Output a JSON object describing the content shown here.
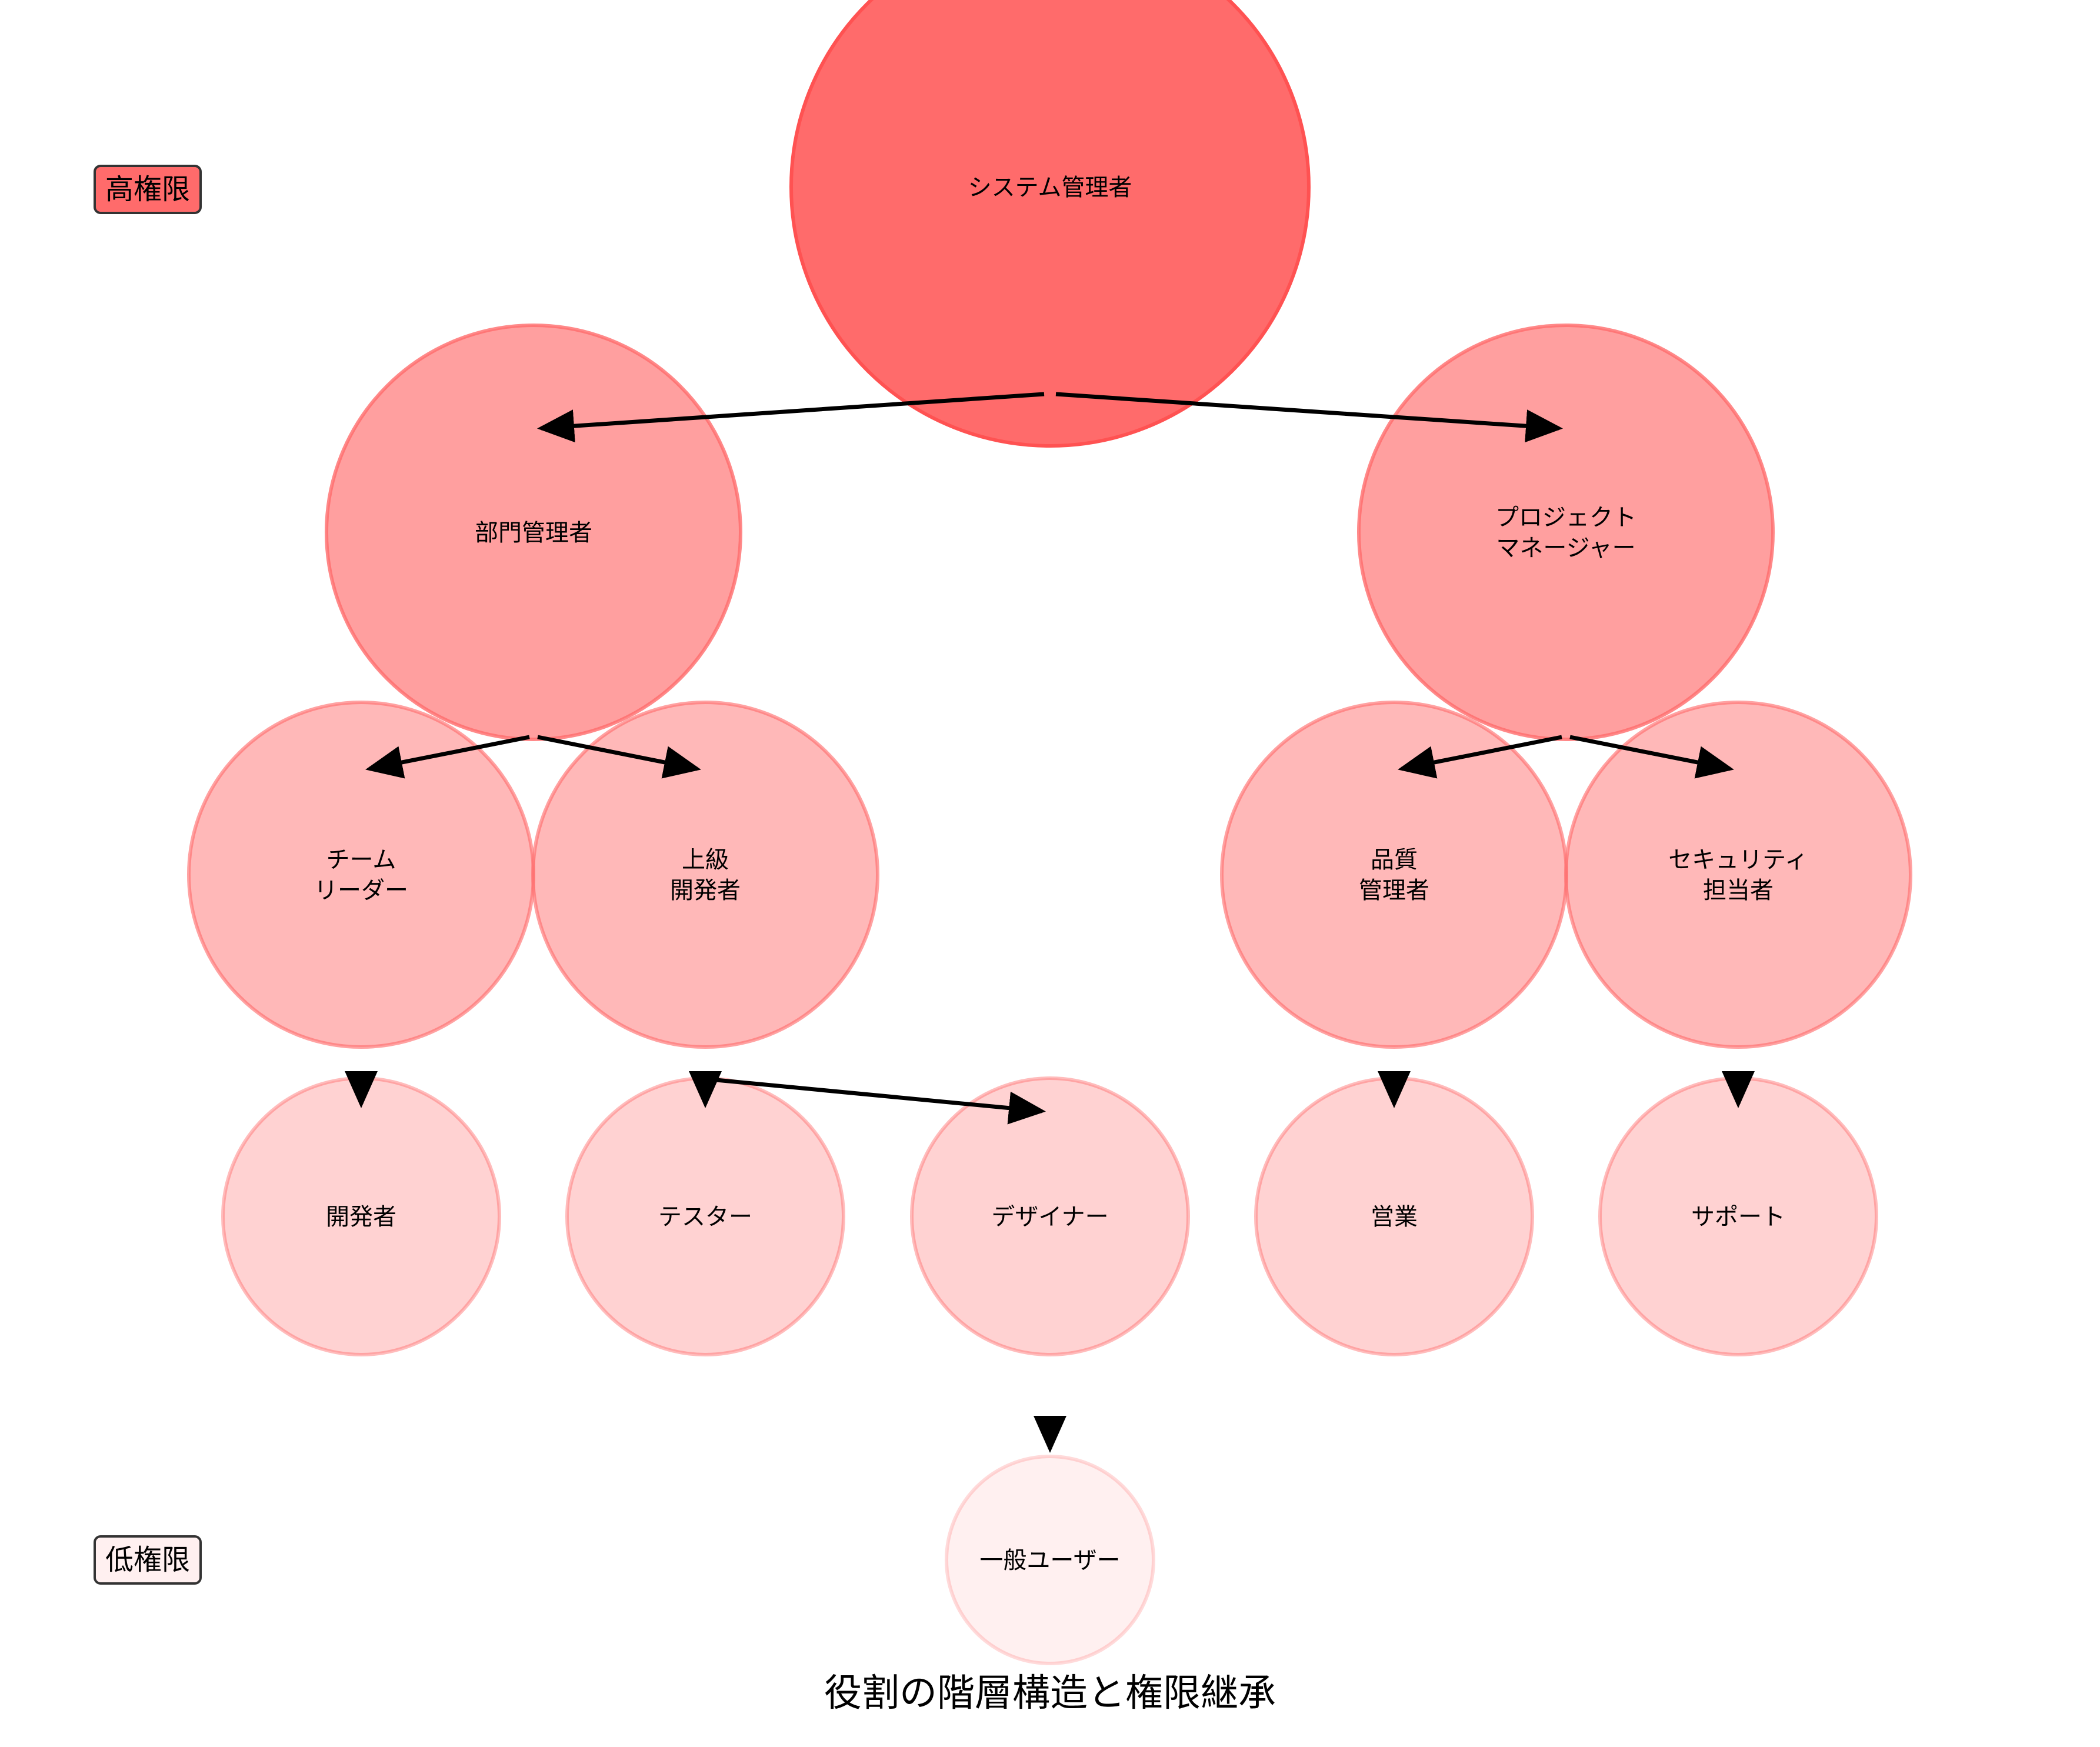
{
  "title": "役割の階層構造と権限継承",
  "legend": {
    "high": {
      "label": "高権限",
      "color": "#ff6b6b"
    },
    "low": {
      "label": "低権限",
      "color": "#fff0f0"
    }
  },
  "levels": [
    {
      "fill": "#ff6b6b",
      "stroke": "#ff5252",
      "opacity": 1.0
    },
    {
      "fill": "#ff6b6b",
      "stroke": "#ff6b6b",
      "opacity": 0.65
    },
    {
      "fill": "#ff6b6b",
      "stroke": "#ff6b6b",
      "opacity": 0.48
    },
    {
      "fill": "#ff6b6b",
      "stroke": "#ff6b6b",
      "opacity": 0.3
    },
    {
      "fill": "#ff6b6b",
      "stroke": "#ff6b6b",
      "opacity": 0.1
    }
  ],
  "nodes": [
    {
      "id": "sysadmin",
      "level": 0,
      "lines": [
        "システム管理者"
      ]
    },
    {
      "id": "deptadmin",
      "level": 1,
      "lines": [
        "部門管理者"
      ]
    },
    {
      "id": "pm",
      "level": 1,
      "lines": [
        "プロジェクト",
        "マネージャー"
      ]
    },
    {
      "id": "teamleader",
      "level": 2,
      "lines": [
        "チーム",
        "リーダー"
      ]
    },
    {
      "id": "seniordev",
      "level": 2,
      "lines": [
        "上級",
        "開発者"
      ]
    },
    {
      "id": "qa",
      "level": 2,
      "lines": [
        "品質",
        "管理者"
      ]
    },
    {
      "id": "security",
      "level": 2,
      "lines": [
        "セキュリティ",
        "担当者"
      ]
    },
    {
      "id": "developer",
      "level": 3,
      "lines": [
        "開発者"
      ]
    },
    {
      "id": "tester",
      "level": 3,
      "lines": [
        "テスター"
      ]
    },
    {
      "id": "designer",
      "level": 3,
      "lines": [
        "デザイナー"
      ]
    },
    {
      "id": "sales",
      "level": 3,
      "lines": [
        "営業"
      ]
    },
    {
      "id": "support",
      "level": 3,
      "lines": [
        "サポート"
      ]
    },
    {
      "id": "generaluser",
      "level": 4,
      "lines": [
        "一般ユーザー"
      ]
    }
  ],
  "edges": [
    {
      "from": "sysadmin",
      "to": "deptadmin"
    },
    {
      "from": "sysadmin",
      "to": "pm"
    },
    {
      "from": "deptadmin",
      "to": "teamleader"
    },
    {
      "from": "deptadmin",
      "to": "seniordev"
    },
    {
      "from": "pm",
      "to": "qa"
    },
    {
      "from": "pm",
      "to": "security"
    },
    {
      "from": "teamleader",
      "to": "developer"
    },
    {
      "from": "seniordev",
      "to": "tester"
    },
    {
      "from": "seniordev",
      "to": "designer"
    },
    {
      "from": "qa",
      "to": "sales"
    },
    {
      "from": "security",
      "to": "support"
    },
    {
      "from": "designer",
      "to": "generaluser"
    }
  ]
}
